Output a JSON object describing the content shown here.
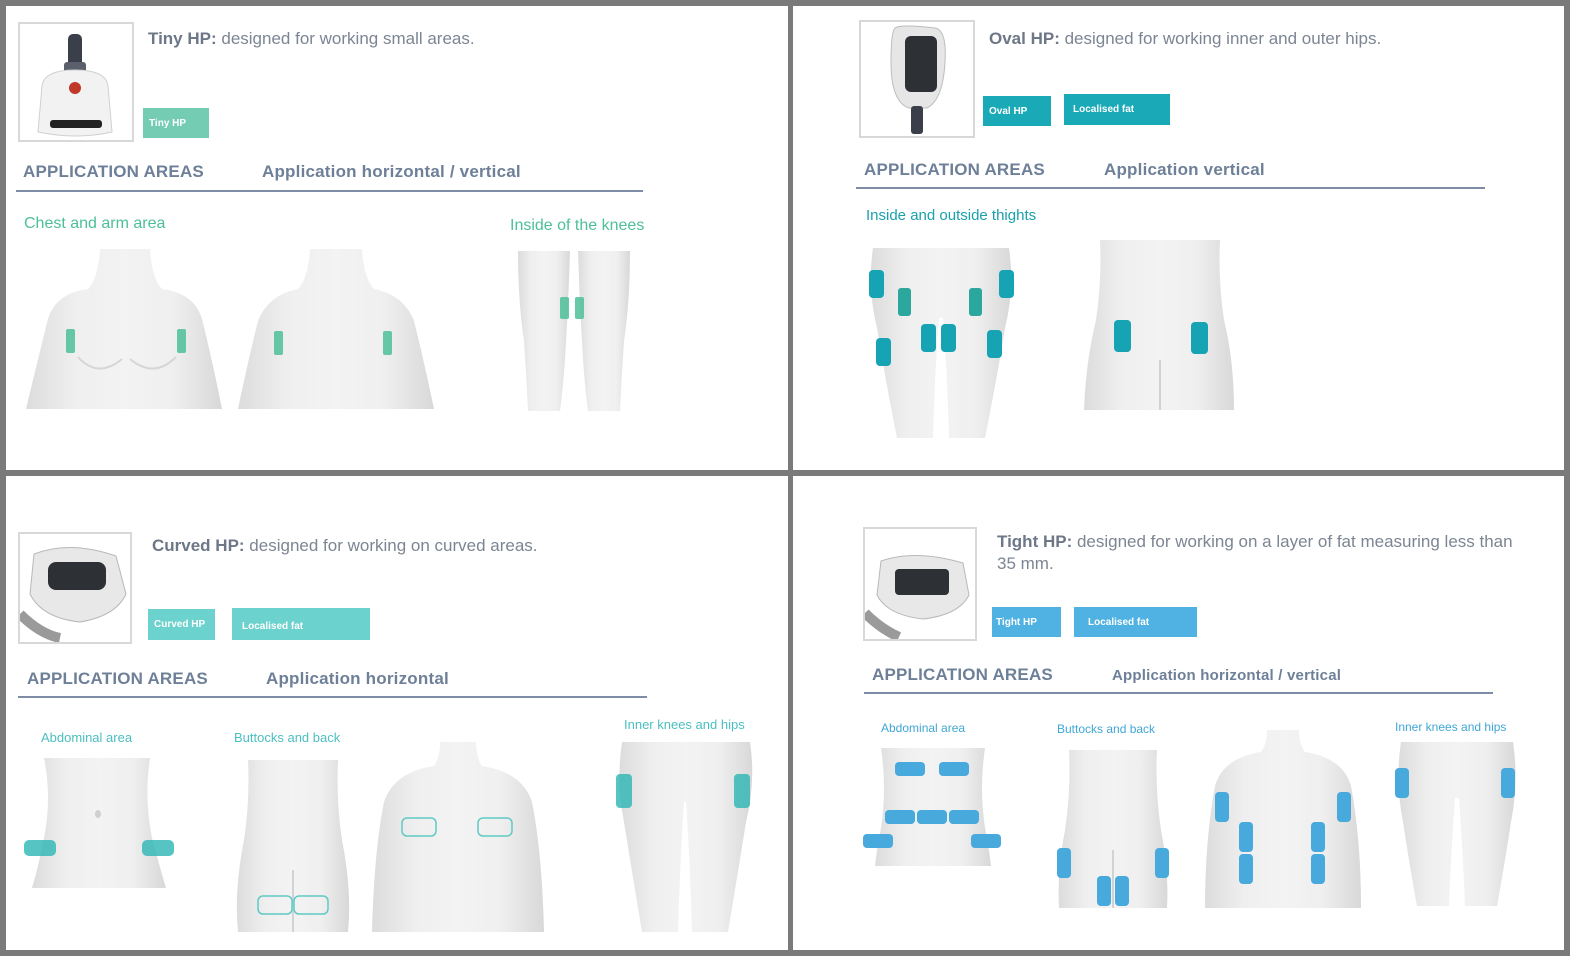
{
  "colors": {
    "green": "#74cdb3",
    "teal": "#1aa9b7",
    "curved_teal": "#6cd2cd",
    "blue": "#4fb2e2",
    "pad_green": "#4cbf98",
    "pad_teal": "#16a3b3",
    "pad_blue": "#47a9dc",
    "header": "#6e7f98"
  },
  "panels": [
    {
      "product": "Tiny HP:",
      "description": " designed for working small areas.",
      "device_icon": "tiny-handpiece-icon",
      "tags": [
        "Tiny HP"
      ],
      "areas_heading": "APPLICATION AREAS",
      "orientation": "Application horizontal / vertical",
      "labels": [
        "Chest and arm area",
        "Inside of the knees"
      ]
    },
    {
      "product": "Oval HP:",
      "description": " designed for working inner and outer hips.",
      "device_icon": "oval-handpiece-icon",
      "tags": [
        "Oval HP",
        "Localised fat"
      ],
      "areas_heading": "APPLICATION AREAS",
      "orientation": "Application vertical",
      "labels": [
        "Inside and outside thights"
      ]
    },
    {
      "product": "Curved HP:",
      "description": " designed for working on curved areas.",
      "device_icon": "curved-handpiece-icon",
      "tags": [
        "Curved HP",
        "Localised fat"
      ],
      "areas_heading": "APPLICATION AREAS",
      "orientation": "Application horizontal",
      "labels": [
        "Abdominal area",
        "Buttocks and back",
        "Inner knees and hips"
      ]
    },
    {
      "product": "Tight HP:",
      "description": " designed for working on a layer of fat measuring less than 35 mm.",
      "device_icon": "tight-handpiece-icon",
      "tags": [
        "Tight HP",
        "Localised fat"
      ],
      "areas_heading": "APPLICATION AREAS",
      "orientation": "Application horizontal / vertical",
      "labels": [
        "Abdominal area",
        "Buttocks and back",
        "Inner knees and hips"
      ]
    }
  ]
}
